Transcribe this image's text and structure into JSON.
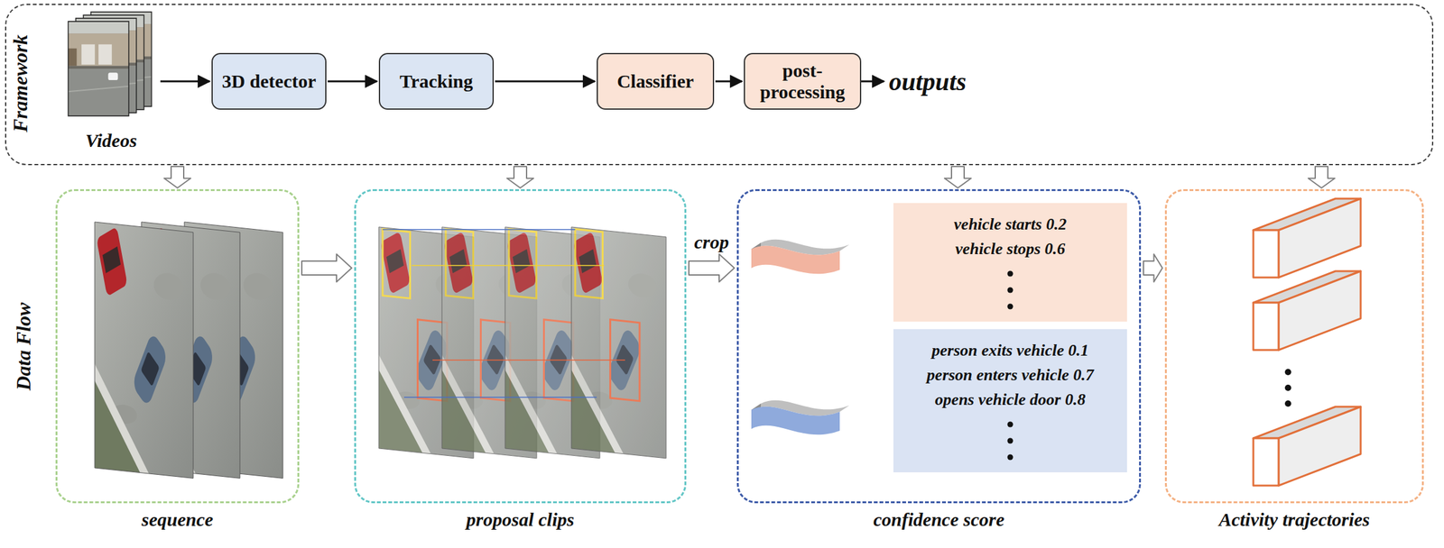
{
  "diagram": {
    "nodes": [
      {
        "text": [
          "Framework"
        ]
      },
      {
        "text": [
          "Videos"
        ],
        "in": 0
      },
      {
        "text": [
          "3D detector"
        ],
        "in": 0
      },
      {
        "text": [
          "Tracking"
        ],
        "in": 0
      },
      {
        "text": [
          "Classifier"
        ],
        "in": 0
      },
      {
        "text": [
          "post- processing"
        ],
        "in": 0
      },
      {
        "text": [
          "sequence"
        ]
      },
      {
        "text": [
          "proposal clips"
        ]
      },
      {
        "text": [
          "confidence score"
        ]
      },
      {
        "text": [
          "vehicle starts 0.2",
          "vehicle stops 0.6"
        ],
        "in": 8
      },
      {
        "text": [
          "person exits vehicle 0.1",
          "person enters vehicle 0.7",
          "opens vehicle door 0.8"
        ],
        "in": 8
      },
      {
        "text": [
          "Activity trajectories"
        ]
      }
    ],
    "edges": [
      {
        "from": 1,
        "to": 2,
        "arrow": "to"
      },
      {
        "from": 2,
        "to": 3,
        "arrow": "to"
      },
      {
        "from": 3,
        "to": 4,
        "arrow": "to"
      },
      {
        "from": 4,
        "to": 5,
        "arrow": "to"
      },
      {
        "from": 0,
        "to": 6,
        "arrow": "to"
      },
      {
        "from": 0,
        "to": 7,
        "arrow": "to"
      },
      {
        "from": 0,
        "to": 8,
        "arrow": "to"
      },
      {
        "from": 0,
        "to": 11,
        "arrow": "to"
      },
      {
        "from": 6,
        "to": 7,
        "arrow": "to"
      },
      {
        "from": 7,
        "to": 8,
        "label": "crop",
        "arrow": "to"
      },
      {
        "from": 8,
        "to": 11,
        "arrow": "to"
      }
    ],
    "labels": [
      "outputs",
      "Data Flow"
    ]
  }
}
